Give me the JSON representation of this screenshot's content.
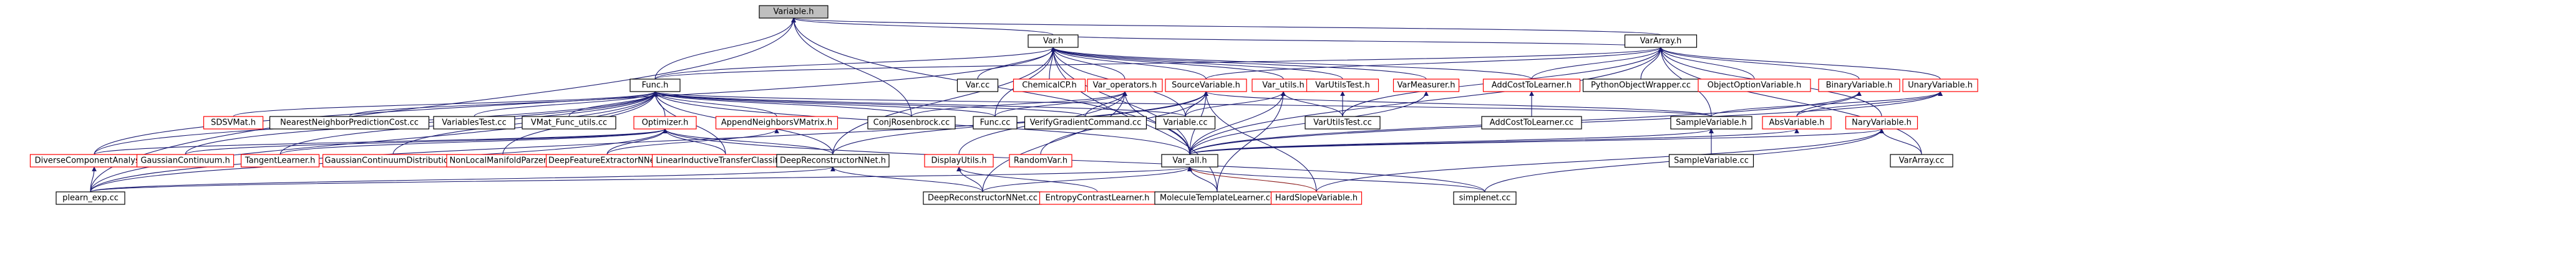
{
  "graph": {
    "colors": {
      "edge": "#191970",
      "node_border_documented": "#000000",
      "node_border_undocumented": "#ff0000",
      "root_fill": "#bfbfbf",
      "background": "#ffffff"
    },
    "nodes": [
      {
        "id": "variable_h",
        "label": "Variable.h",
        "border": "root"
      },
      {
        "id": "vararray_h",
        "label": "VarArray.h",
        "border": "black"
      },
      {
        "id": "var_h",
        "label": "Var.h",
        "border": "black"
      },
      {
        "id": "func_h",
        "label": "Func.h",
        "border": "black"
      },
      {
        "id": "var_cc",
        "label": "Var.cc",
        "border": "black"
      },
      {
        "id": "chemicalcp_h",
        "label": "ChemicalCP.h",
        "border": "red"
      },
      {
        "id": "var_operators_h",
        "label": "Var_operators.h",
        "border": "red"
      },
      {
        "id": "sourcevariable_h",
        "label": "SourceVariable.h",
        "border": "red"
      },
      {
        "id": "var_utils_h",
        "label": "Var_utils.h",
        "border": "red"
      },
      {
        "id": "varutilstest_h",
        "label": "VarUtilsTest.h",
        "border": "red"
      },
      {
        "id": "varmeasurer_h",
        "label": "VarMeasurer.h",
        "border": "red"
      },
      {
        "id": "addcosttolearner_h",
        "label": "AddCostToLearner.h",
        "border": "red"
      },
      {
        "id": "pythonobjectwrapper_cc",
        "label": "PythonObjectWrapper.cc",
        "border": "black"
      },
      {
        "id": "objectoptionvariable_h",
        "label": "ObjectOptionVariable.h",
        "border": "red"
      },
      {
        "id": "binaryvariable_h",
        "label": "BinaryVariable.h",
        "border": "red"
      },
      {
        "id": "unaryvariable_h",
        "label": "UnaryVariable.h",
        "border": "red"
      },
      {
        "id": "sdsvmat_h",
        "label": "SDSVMat.h",
        "border": "red"
      },
      {
        "id": "nearestneighborpredictioncost_cc",
        "label": "NearestNeighborPredictionCost.cc",
        "border": "black"
      },
      {
        "id": "variablestest_cc",
        "label": "VariablesTest.cc",
        "border": "black"
      },
      {
        "id": "vmat_func_utils_cc",
        "label": "VMat_Func_utils.cc",
        "border": "black"
      },
      {
        "id": "optimizer_h",
        "label": "Optimizer.h",
        "border": "red"
      },
      {
        "id": "appendneighborsvmatrix_h",
        "label": "AppendNeighborsVMatrix.h",
        "border": "red"
      },
      {
        "id": "conjrosenbrock_cc",
        "label": "ConjRosenbrock.cc",
        "border": "black"
      },
      {
        "id": "func_cc",
        "label": "Func.cc",
        "border": "black"
      },
      {
        "id": "verifygradientcommand_cc",
        "label": "VerifyGradientCommand.cc",
        "border": "black"
      },
      {
        "id": "variable_cc",
        "label": "Variable.cc",
        "border": "black"
      },
      {
        "id": "varutilstest_cc",
        "label": "VarUtilsTest.cc",
        "border": "black"
      },
      {
        "id": "addcosttolearner_cc",
        "label": "AddCostToLearner.cc",
        "border": "black"
      },
      {
        "id": "samplevariable_h",
        "label": "SampleVariable.h",
        "border": "black"
      },
      {
        "id": "absvariable_h",
        "label": "AbsVariable.h",
        "border": "red"
      },
      {
        "id": "naryvariable_h",
        "label": "NaryVariable.h",
        "border": "red"
      },
      {
        "id": "diversecomponentanalysis_h",
        "label": "DiverseComponentAnalysis.h",
        "border": "red"
      },
      {
        "id": "gaussiancontinuum_h",
        "label": "GaussianContinuum.h",
        "border": "red"
      },
      {
        "id": "tangentlearner_h",
        "label": "TangentLearner.h",
        "border": "red"
      },
      {
        "id": "gaussiancontinuumdistribution_h",
        "label": "GaussianContinuumDistribution.h",
        "border": "red"
      },
      {
        "id": "nonlocalmanifoldparzen_h",
        "label": "NonLocalManifoldParzen.h",
        "border": "red"
      },
      {
        "id": "deepfeatureextractornnet_h",
        "label": "DeepFeatureExtractorNNet.h",
        "border": "red"
      },
      {
        "id": "linearinductivetransferclassifier_h",
        "label": "LinearInductiveTransferClassifier.h",
        "border": "red"
      },
      {
        "id": "deepreconstructornnet_h",
        "label": "DeepReconstructorNNet.h",
        "border": "black"
      },
      {
        "id": "displayutils_h",
        "label": "DisplayUtils.h",
        "border": "red"
      },
      {
        "id": "randomvar_h",
        "label": "RandomVar.h",
        "border": "red"
      },
      {
        "id": "var_all_h",
        "label": "Var_all.h",
        "border": "black"
      },
      {
        "id": "samplevariable_cc",
        "label": "SampleVariable.cc",
        "border": "black"
      },
      {
        "id": "vararray_cc",
        "label": "VarArray.cc",
        "border": "black"
      },
      {
        "id": "plearn_exp_cc",
        "label": "plearn_exp.cc",
        "border": "black"
      },
      {
        "id": "deepreconstructornnet_cc",
        "label": "DeepReconstructorNNet.cc",
        "border": "black"
      },
      {
        "id": "entropycontrastlearner_h",
        "label": "EntropyContrastLearner.h",
        "border": "red"
      },
      {
        "id": "moleculetemplatelearner_cc",
        "label": "MoleculeTemplateLearner.cc",
        "border": "black"
      },
      {
        "id": "hardslopevariable_h",
        "label": "HardSlopeVariable.h",
        "border": "red"
      },
      {
        "id": "simplenet_cc",
        "label": "simplenet.cc",
        "border": "black"
      }
    ]
  }
}
